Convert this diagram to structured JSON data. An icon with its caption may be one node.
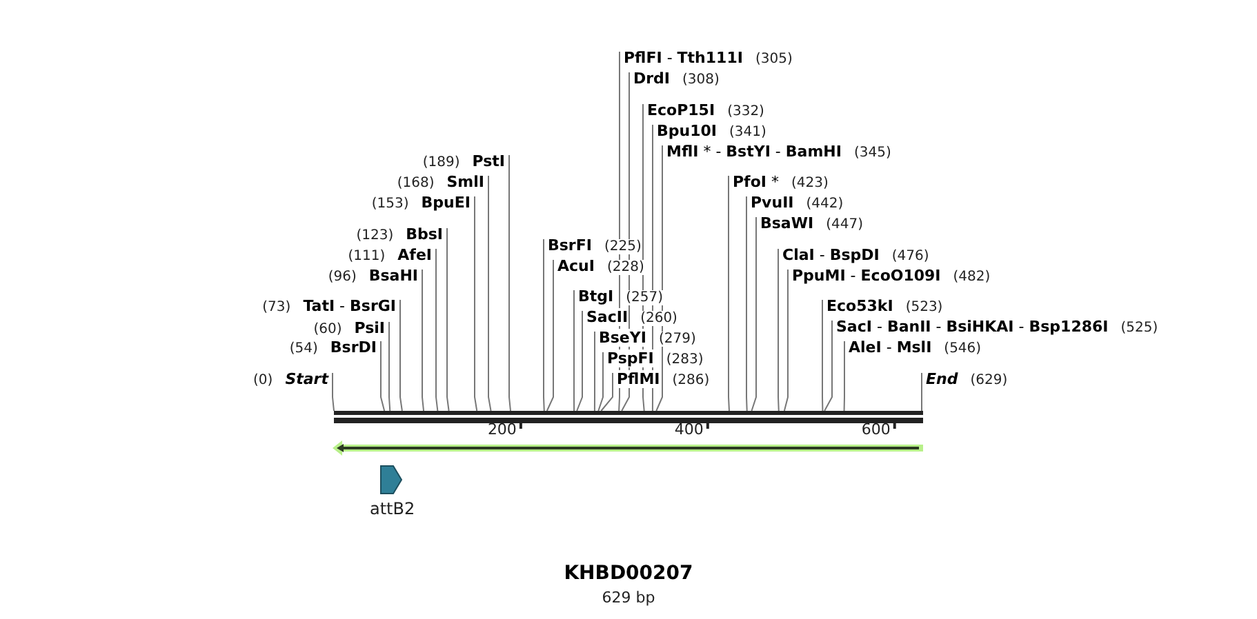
{
  "diagram": {
    "title": "KHBD00207",
    "caption": "629 bp",
    "nodes": [
      {
        "text": [
          "**PflFI** - **Tth111I**",
          "(305)"
        ]
      },
      {
        "text": [
          "DrdI",
          "(308)"
        ]
      },
      {
        "text": [
          "EcoP15I",
          "(332)"
        ]
      },
      {
        "text": [
          "Bpu10I",
          "(341)"
        ]
      },
      {
        "text": [
          "**MflI** * - **BstYI** - **BamHI**",
          "(345)"
        ]
      },
      {
        "text": [
          "(189)",
          "PstI"
        ]
      },
      {
        "text": [
          "**PfoI** *",
          "(423)"
        ]
      },
      {
        "text": [
          "(168)",
          "SmlI"
        ]
      },
      {
        "text": [
          "(153)",
          "BpuEI"
        ]
      },
      {
        "text": [
          "PvuII",
          "(442)"
        ]
      },
      {
        "text": [
          "BsaWI",
          "(447)"
        ]
      },
      {
        "text": [
          "(123)",
          "BbsI"
        ]
      },
      {
        "text": [
          "BsrFI",
          "(225)"
        ]
      },
      {
        "text": [
          "(111)",
          "AfeI"
        ]
      },
      {
        "text": [
          "**ClaI** - **BspDI**",
          "(476)"
        ]
      },
      {
        "text": [
          "AcuI",
          "(228)"
        ]
      },
      {
        "text": [
          "(96)",
          "BsaHI"
        ]
      },
      {
        "text": [
          "**PpuMI** - **EcoO109I**",
          "(482)"
        ]
      },
      {
        "text": [
          "BtgI",
          "(257)"
        ]
      },
      {
        "text": [
          "(73)",
          "**TatI** - **BsrGI**"
        ]
      },
      {
        "text": [
          "Eco53kI",
          "(523)"
        ]
      },
      {
        "text": [
          "SacII",
          "(260)"
        ]
      },
      {
        "text": [
          "(60)",
          "PsiI"
        ]
      },
      {
        "text": [
          "**SacI** - **BanII** - **BsiHKAI** - **Bsp1286I**",
          "(525)"
        ]
      },
      {
        "text": [
          "BseYI",
          "(279)"
        ]
      },
      {
        "text": [
          "(54)",
          "BsrDI"
        ]
      },
      {
        "text": [
          "**AleI** - **MslI**",
          "(546)"
        ]
      },
      {
        "text": [
          "PspFI",
          "(283)"
        ]
      },
      {
        "text": [
          "(0)",
          "Start"
        ]
      },
      {
        "text": [
          "PflMI",
          "(286)"
        ]
      },
      {
        "text": [
          "End",
          "(629)"
        ]
      },
      {
        "text": [],
        "shape": "bar",
        "beside": [
          "200",
          "400",
          "600"
        ]
      },
      {
        "text": [
          "attB2"
        ]
      }
    ],
    "edges": [
      {
        "from": 0,
        "to": 31,
        "arrow": "none"
      },
      {
        "from": 1,
        "to": 31,
        "arrow": "none"
      },
      {
        "from": 2,
        "to": 31,
        "arrow": "none"
      },
      {
        "from": 3,
        "to": 31,
        "arrow": "none"
      },
      {
        "from": 4,
        "to": 31,
        "arrow": "none"
      },
      {
        "from": 5,
        "to": 31,
        "arrow": "none"
      },
      {
        "from": 6,
        "to": 31,
        "arrow": "none"
      },
      {
        "from": 7,
        "to": 31,
        "arrow": "none"
      },
      {
        "from": 8,
        "to": 31,
        "arrow": "none"
      },
      {
        "from": 9,
        "to": 31,
        "arrow": "none"
      },
      {
        "from": 10,
        "to": 31,
        "arrow": "none"
      },
      {
        "from": 11,
        "to": 31,
        "arrow": "none"
      },
      {
        "from": 12,
        "to": 31,
        "arrow": "none"
      },
      {
        "from": 13,
        "to": 31,
        "arrow": "none"
      },
      {
        "from": 14,
        "to": 31,
        "arrow": "none"
      },
      {
        "from": 15,
        "to": 31,
        "arrow": "none"
      },
      {
        "from": 16,
        "to": 31,
        "arrow": "none"
      },
      {
        "from": 17,
        "to": 31,
        "arrow": "none"
      },
      {
        "from": 18,
        "to": 31,
        "arrow": "none"
      },
      {
        "from": 19,
        "to": 31,
        "arrow": "none"
      },
      {
        "from": 20,
        "to": 31,
        "arrow": "none"
      },
      {
        "from": 21,
        "to": 31,
        "arrow": "none"
      },
      {
        "from": 22,
        "to": 31,
        "arrow": "none"
      },
      {
        "from": 23,
        "to": 31,
        "arrow": "none"
      },
      {
        "from": 24,
        "to": 31,
        "arrow": "none"
      },
      {
        "from": 25,
        "to": 31,
        "arrow": "none"
      },
      {
        "from": 26,
        "to": 31,
        "arrow": "none"
      },
      {
        "from": 27,
        "to": 31,
        "arrow": "none"
      },
      {
        "from": 28,
        "to": 31,
        "arrow": "none"
      },
      {
        "from": 29,
        "to": 31,
        "arrow": "none"
      },
      {
        "from": 30,
        "to": 31,
        "arrow": "none"
      }
    ]
  }
}
